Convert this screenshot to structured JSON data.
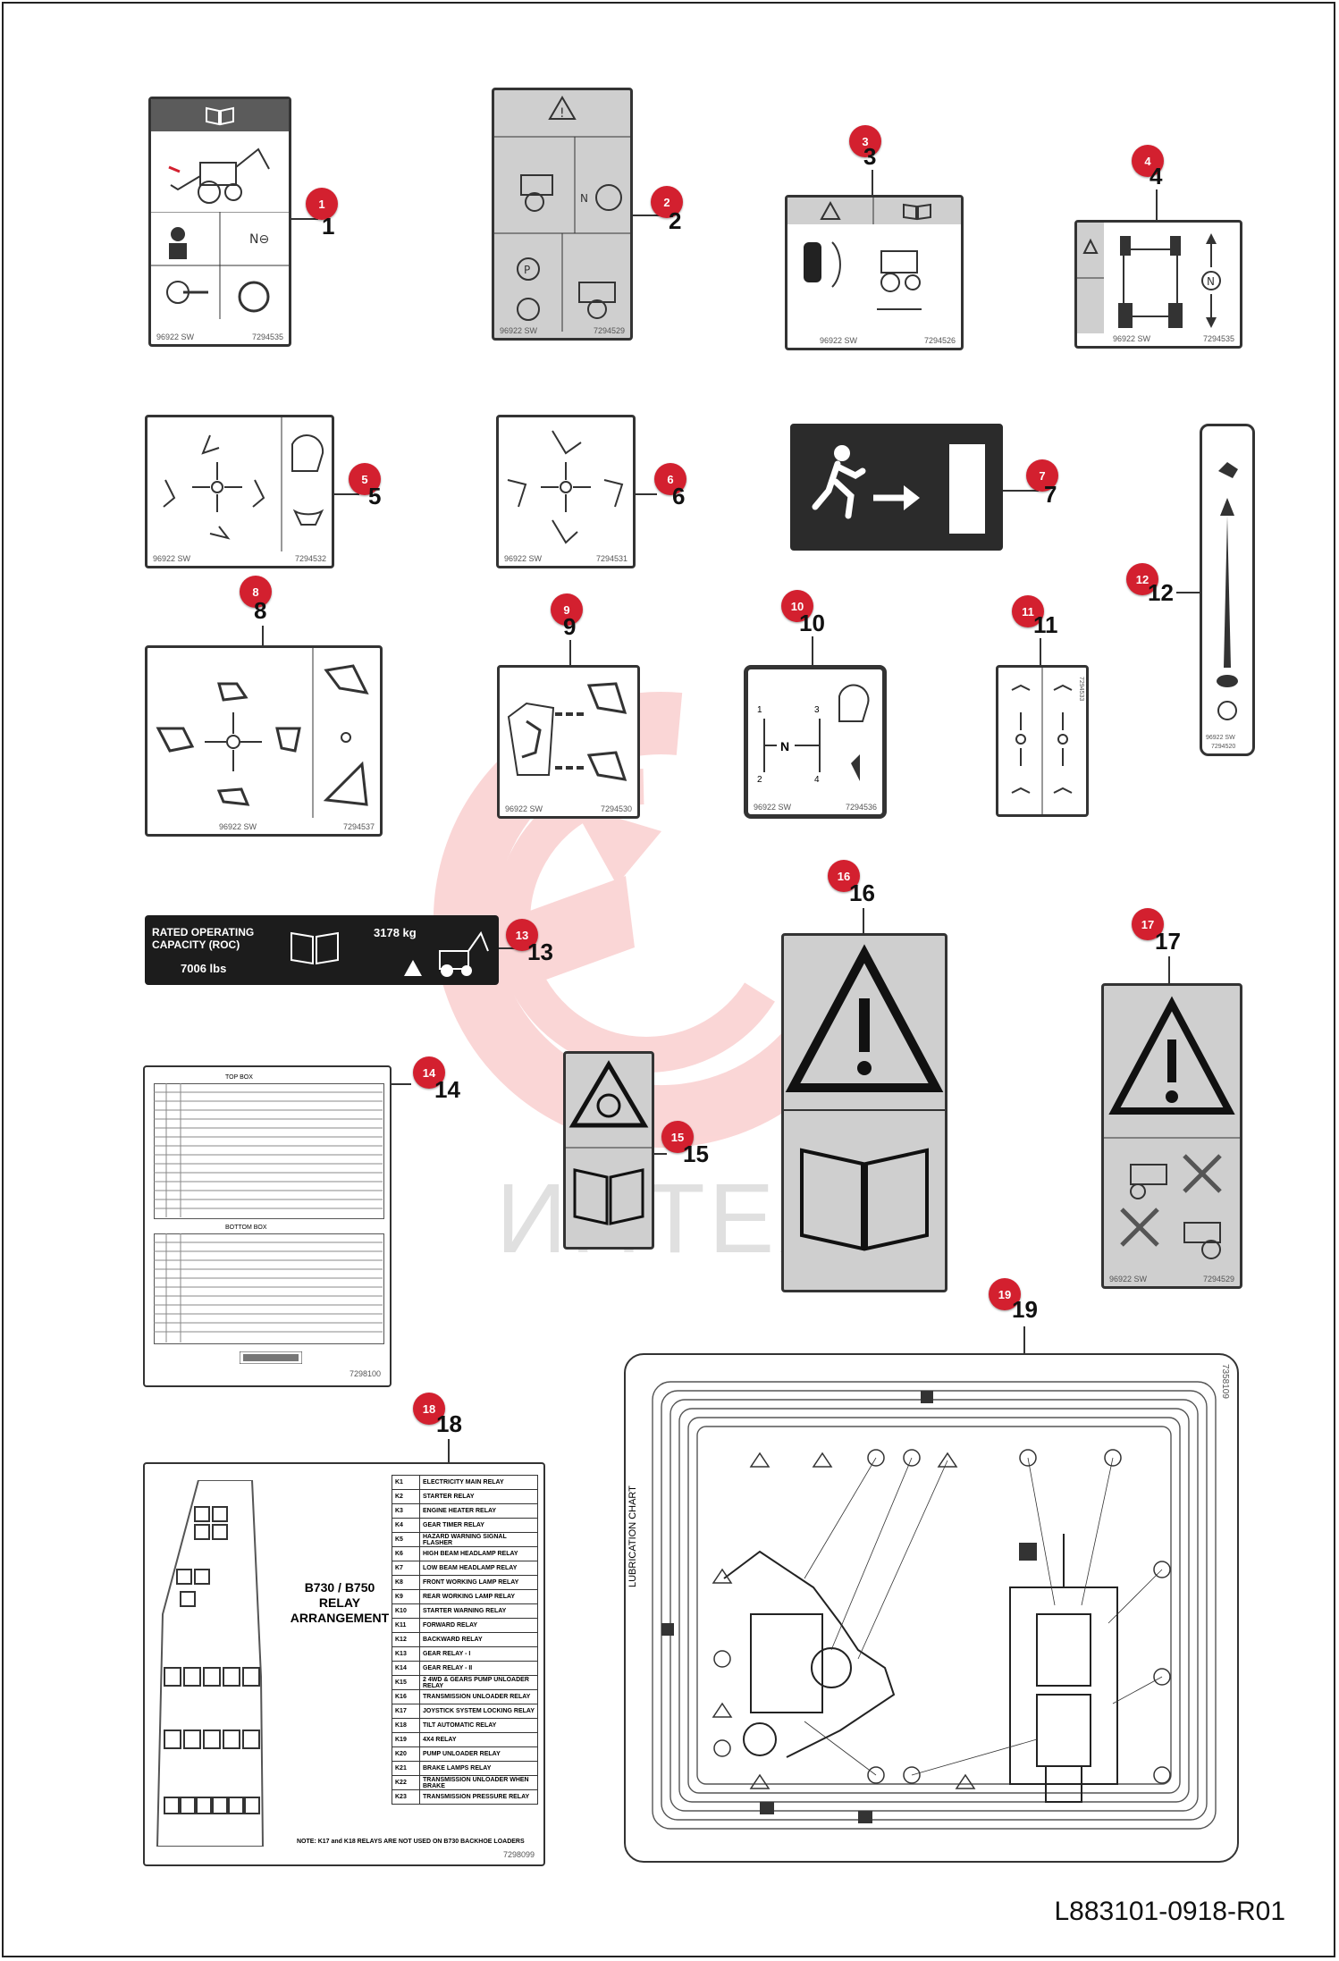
{
  "document_code": "L883101-0918-R01",
  "watermark_text": "ИНТЕХ",
  "colors": {
    "callout": "#d3202f",
    "decal_grey": "#cfcfcf",
    "exit_dark": "#2b2b2b",
    "watermark": "#f4a3a3"
  },
  "items": [
    {
      "id": "1",
      "number": "1",
      "code_left": "96922 SW",
      "code_right": "7294535"
    },
    {
      "id": "2",
      "number": "2",
      "code_left": "96922 SW",
      "code_right": "7294529"
    },
    {
      "id": "3",
      "number": "3",
      "code_left": "96922 SW",
      "code_right": "7294526"
    },
    {
      "id": "4",
      "number": "4",
      "code_left": "96922 SW",
      "code_right": "7294535"
    },
    {
      "id": "5",
      "number": "5",
      "code_left": "96922 SW",
      "code_right": "7294532"
    },
    {
      "id": "6",
      "number": "6",
      "code_left": "96922 SW",
      "code_right": "7294531"
    },
    {
      "id": "7",
      "number": "7"
    },
    {
      "id": "8",
      "number": "8",
      "code_left": "96922 SW",
      "code_right": "7294537"
    },
    {
      "id": "9",
      "number": "9",
      "code_left": "96922 SW",
      "code_right": "7294530"
    },
    {
      "id": "10",
      "number": "10",
      "code_left": "96922 SW",
      "code_right": "7294536",
      "pos": [
        "1",
        "3",
        "N",
        "2",
        "4"
      ]
    },
    {
      "id": "11",
      "number": "11",
      "code_right": "7294533"
    },
    {
      "id": "12",
      "number": "12",
      "code_left": "96922 SW",
      "code_right": "7294520"
    },
    {
      "id": "13",
      "number": "13",
      "line1": "RATED OPERATING",
      "line2": "CAPACITY (ROC)",
      "kg": "3178 kg",
      "lbs": "7006 lbs"
    },
    {
      "id": "14",
      "number": "14",
      "code_right": "7298100",
      "top_heading": "TOP BOX",
      "bottom_heading": "BOTTOM BOX"
    },
    {
      "id": "15",
      "number": "15"
    },
    {
      "id": "16",
      "number": "16"
    },
    {
      "id": "17",
      "number": "17",
      "code_left": "96922 SW",
      "code_right": "7294529"
    },
    {
      "id": "18",
      "number": "18",
      "title1": "B730 / B750",
      "title2": "RELAY",
      "title3": "ARRANGEMENT",
      "note": "NOTE: K17 and K18 RELAYS ARE NOT USED ON B730 BACKHOE LOADERS",
      "code_right": "7298099"
    },
    {
      "id": "19",
      "number": "19",
      "side_label": "LUBRICATION CHART",
      "code_right": "7358109"
    }
  ],
  "relays": [
    {
      "k": "K1",
      "label": "ELECTRICITY MAIN RELAY"
    },
    {
      "k": "K2",
      "label": "STARTER RELAY"
    },
    {
      "k": "K3",
      "label": "ENGINE HEATER RELAY"
    },
    {
      "k": "K4",
      "label": "GEAR TIMER RELAY"
    },
    {
      "k": "K5",
      "label": "HAZARD WARNING SIGNAL FLASHER"
    },
    {
      "k": "K6",
      "label": "HIGH BEAM HEADLAMP RELAY"
    },
    {
      "k": "K7",
      "label": "LOW BEAM HEADLAMP RELAY"
    },
    {
      "k": "K8",
      "label": "FRONT WORKING LAMP RELAY"
    },
    {
      "k": "K9",
      "label": "REAR WORKING LAMP RELAY"
    },
    {
      "k": "K10",
      "label": "STARTER WARNING RELAY"
    },
    {
      "k": "K11",
      "label": "FORWARD RELAY"
    },
    {
      "k": "K12",
      "label": "BACKWARD RELAY"
    },
    {
      "k": "K13",
      "label": "GEAR RELAY - I"
    },
    {
      "k": "K14",
      "label": "GEAR RELAY - II"
    },
    {
      "k": "K15",
      "label": "2 4WD & GEARS PUMP UNLOADER RELAY"
    },
    {
      "k": "K16",
      "label": "TRANSMISSION UNLOADER RELAY"
    },
    {
      "k": "K17",
      "label": "JOYSTICK SYSTEM LOCKING RELAY"
    },
    {
      "k": "K18",
      "label": "TILT AUTOMATIC RELAY"
    },
    {
      "k": "K19",
      "label": "4X4 RELAY"
    },
    {
      "k": "K20",
      "label": "PUMP UNLOADER RELAY"
    },
    {
      "k": "K21",
      "label": "BRAKE LAMPS RELAY"
    },
    {
      "k": "K22",
      "label": "TRANSMISSION UNLOADER WHEN BRAKE"
    },
    {
      "k": "K23",
      "label": "TRANSMISSION PRESSURE RELAY"
    }
  ]
}
